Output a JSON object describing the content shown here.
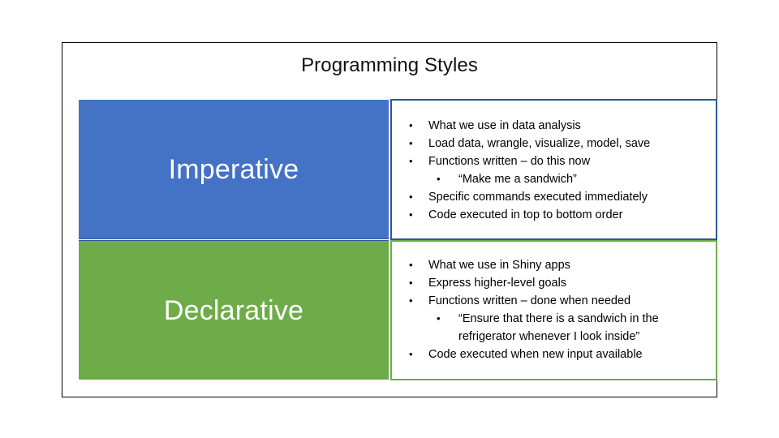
{
  "slide": {
    "title": "Programming Styles",
    "frame_color": "#000000",
    "background": "#ffffff"
  },
  "rows": [
    {
      "id": "imperative",
      "label": "Imperative",
      "label_bg": "#4472C4",
      "label_text_color": "#FFFFFF",
      "border_color": "#2E5496",
      "bullets": [
        {
          "level": 1,
          "text": "What we use in data analysis"
        },
        {
          "level": 1,
          "text": "Load data, wrangle, visualize, model, save"
        },
        {
          "level": 1,
          "text": "Functions written – do this now"
        },
        {
          "level": 2,
          "text": "“Make me a sandwich”"
        },
        {
          "level": 1,
          "text": "Specific commands executed immediately"
        },
        {
          "level": 1,
          "text": "Code executed in top to bottom order"
        }
      ]
    },
    {
      "id": "declarative",
      "label": "Declarative",
      "label_bg": "#6EAC49",
      "label_text_color": "#FFFFFF",
      "border_color": "#6EAC49",
      "bullets": [
        {
          "level": 1,
          "text": "What we use in Shiny apps"
        },
        {
          "level": 1,
          "text": "Express higher-level goals"
        },
        {
          "level": 1,
          "text": "Functions written – done when needed"
        },
        {
          "level": 2,
          "text": "“Ensure that there is a sandwich in the refrigerator whenever I look inside”"
        },
        {
          "level": 1,
          "text": "Code executed when new input available"
        }
      ]
    }
  ]
}
